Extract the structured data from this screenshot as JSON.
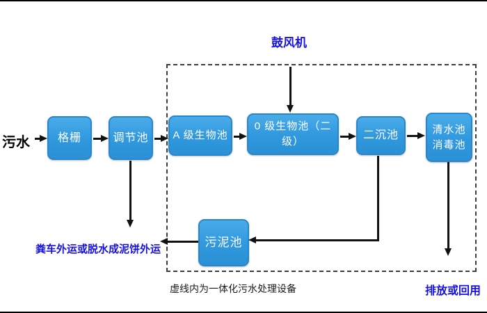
{
  "diagram": {
    "influent_label": "污水",
    "blower_label": "鼓风机",
    "nodes": {
      "grille": "格栅",
      "regulating": "调节池",
      "a_bio": "A 级生物池",
      "o_bio": "0 级生物池（二级）",
      "secondary_sed": "二沉池",
      "clear_line1": "清水池",
      "clear_line2": "消毒池",
      "sludge": "污泥池"
    },
    "sludge_disposal_label": "粪车外运或脱水成泥饼外运",
    "caption": "虚线内为一体化污水处理设备",
    "discharge_label": "排放或回用",
    "colors": {
      "box_fill": "#2f9be0",
      "box_border": "#2a86c8",
      "box_text": "#ffffff",
      "accent_text": "#1510e8",
      "line": "#111111"
    }
  }
}
